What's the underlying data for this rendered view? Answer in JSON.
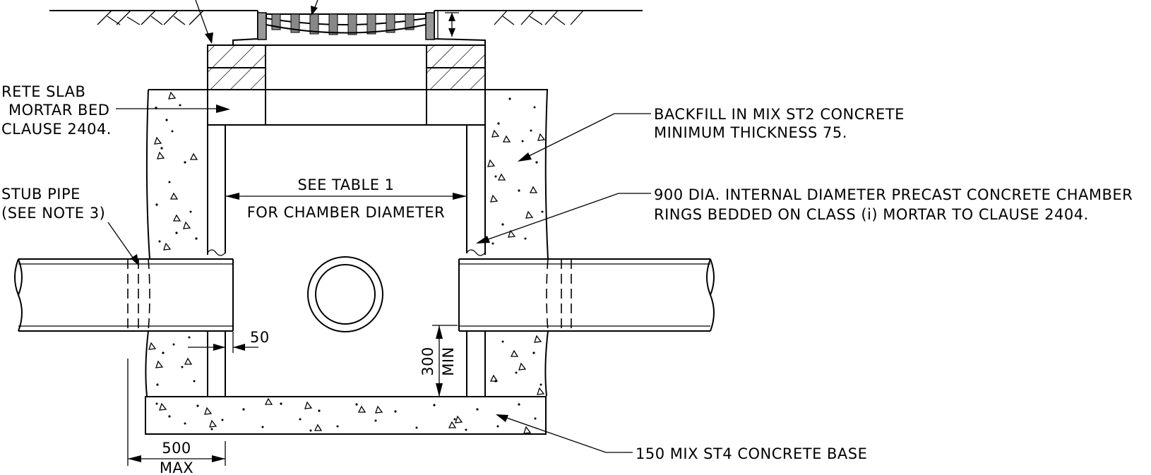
{
  "labels": {
    "slab_1": "RETE  SLAB",
    "slab_2": "MORTAR  BED",
    "slab_3": "CLAUSE  2404.",
    "stub_1": "STUB  PIPE",
    "stub_2": "(SEE  NOTE  3)",
    "backfill_1": "BACKFILL  IN  MIX  ST2  CONCRETE",
    "backfill_2": "MINIMUM  THICKNESS  75.",
    "rings_1": "900  DIA.  INTERNAL  DIAMETER  PRECAST  CONCRETE  CHAMBER",
    "rings_2": "RINGS  BEDDED  ON  CLASS  (i)  MORTAR  TO  CLAUSE  2404.",
    "table_1": "SEE  TABLE  1",
    "table_2": "FOR  CHAMBER  DIAMETER",
    "dim_50": "50",
    "dim_300": "300",
    "dim_min": "MIN",
    "base": "150  MIX  ST4  CONCRETE  BASE",
    "dim_500": "500",
    "dim_max": "MAX"
  }
}
